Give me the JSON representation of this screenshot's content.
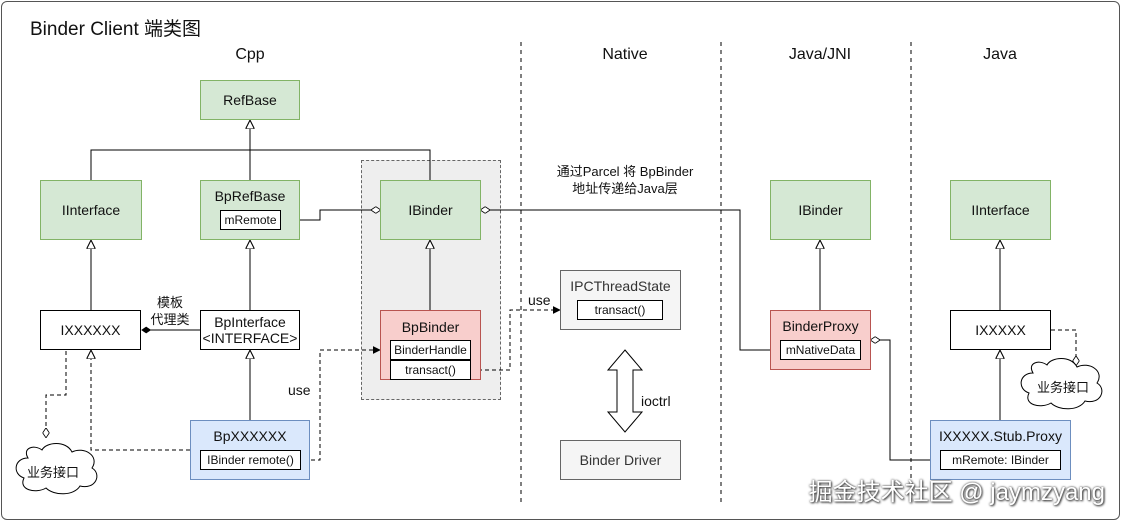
{
  "title": "Binder Client 端类图",
  "columns": {
    "cpp": "Cpp",
    "native": "Native",
    "java_jni": "Java/JNI",
    "java": "Java"
  },
  "boxes": {
    "refbase": "RefBase",
    "iinterface_cpp": "IInterface",
    "bprefbase": "BpRefBase",
    "mremote": "mRemote",
    "ibinder_cpp": "IBinder",
    "ixxxxxx": "IXXXXXX",
    "bpinterface_1": "BpInterface",
    "bpinterface_2": "<INTERFACE>",
    "bpbinder": "BpBinder",
    "binderhandle": "BinderHandle",
    "transact_bp": "transact()",
    "bpxxxxxx": "BpXXXXXX",
    "ibinder_remote": "IBinder remote()",
    "ipcthreadstate": "IPCThreadState",
    "transact_ipc": "transact()",
    "binder_driver": "Binder Driver",
    "ibinder_jni": "IBinder",
    "binderproxy": "BinderProxy",
    "mnativedata": "mNativeData",
    "iinterface_java": "IInterface",
    "ixxxxx": "IXXXXX",
    "stub_proxy": "IXXXXX.Stub.Proxy",
    "mremote_ibinder": "mRemote: IBinder"
  },
  "labels": {
    "template_1": "模板",
    "template_2": "代理类",
    "use_1": "use",
    "use_2": "use",
    "ioctrl": "ioctrl",
    "parcel_1": "通过Parcel 将 BpBinder",
    "parcel_2": "地址传递给Java层",
    "biz_left": "业务接口",
    "biz_right": "业务接口"
  },
  "watermark": "掘金技术社区 @ jaymzyang",
  "colors": {
    "green": "#d5e8d4",
    "red": "#f8cecc",
    "blue": "#dae8fc",
    "gray": "#f5f5f5"
  }
}
